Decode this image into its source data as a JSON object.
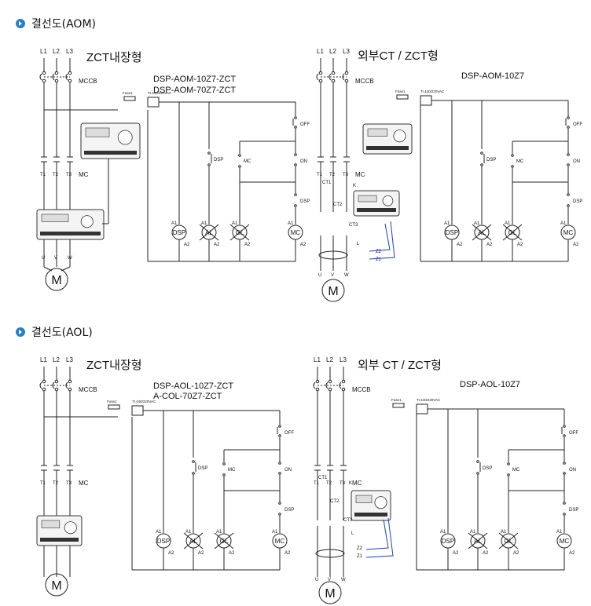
{
  "sections": [
    {
      "title": "결선도(AOM)",
      "panels": [
        {
          "title": "ZCT내장형",
          "model_lines": [
            "DSP-AOM-10Z7-ZCT",
            "DSP-AOM-70Z7-ZCT"
          ]
        },
        {
          "title": "외부CT / ZCT형",
          "model_lines": [
            "DSP-AOM-10Z7"
          ]
        }
      ]
    },
    {
      "title": "결선도(AOL)",
      "panels": [
        {
          "title": "ZCT내장형",
          "model_lines": [
            "DSP-AOL-10Z7-ZCT",
            "A-COL-70Z7-ZCT"
          ]
        },
        {
          "title": "외부 CT / ZCT형",
          "model_lines": [
            "DSP-AOL-10Z7"
          ]
        }
      ]
    }
  ],
  "labels": {
    "phases": [
      "L1",
      "L2",
      "L3"
    ],
    "mccb": "MCCB",
    "mc": "MC",
    "t_labels": [
      "T1",
      "T2",
      "T3"
    ],
    "uvw": [
      "U",
      "V",
      "W"
    ],
    "motor": "M",
    "fuse": "Fuse1",
    "transformer": "Tr.440/220VAC",
    "off": "OFF",
    "on": "ON",
    "dsp": "DSP",
    "lamps": [
      "DSP",
      "AL",
      "GL",
      "MC"
    ],
    "a1": "A1",
    "a2": "A2",
    "ct_labels": [
      "CT1",
      "CT2",
      "CT3"
    ],
    "k": "K",
    "l": "L",
    "z2": "Z2",
    "z1": "Z1"
  },
  "colors": {
    "bullet": "#2a7fc1",
    "wire": "#222222",
    "zct_wire": "#1f3fa6"
  }
}
